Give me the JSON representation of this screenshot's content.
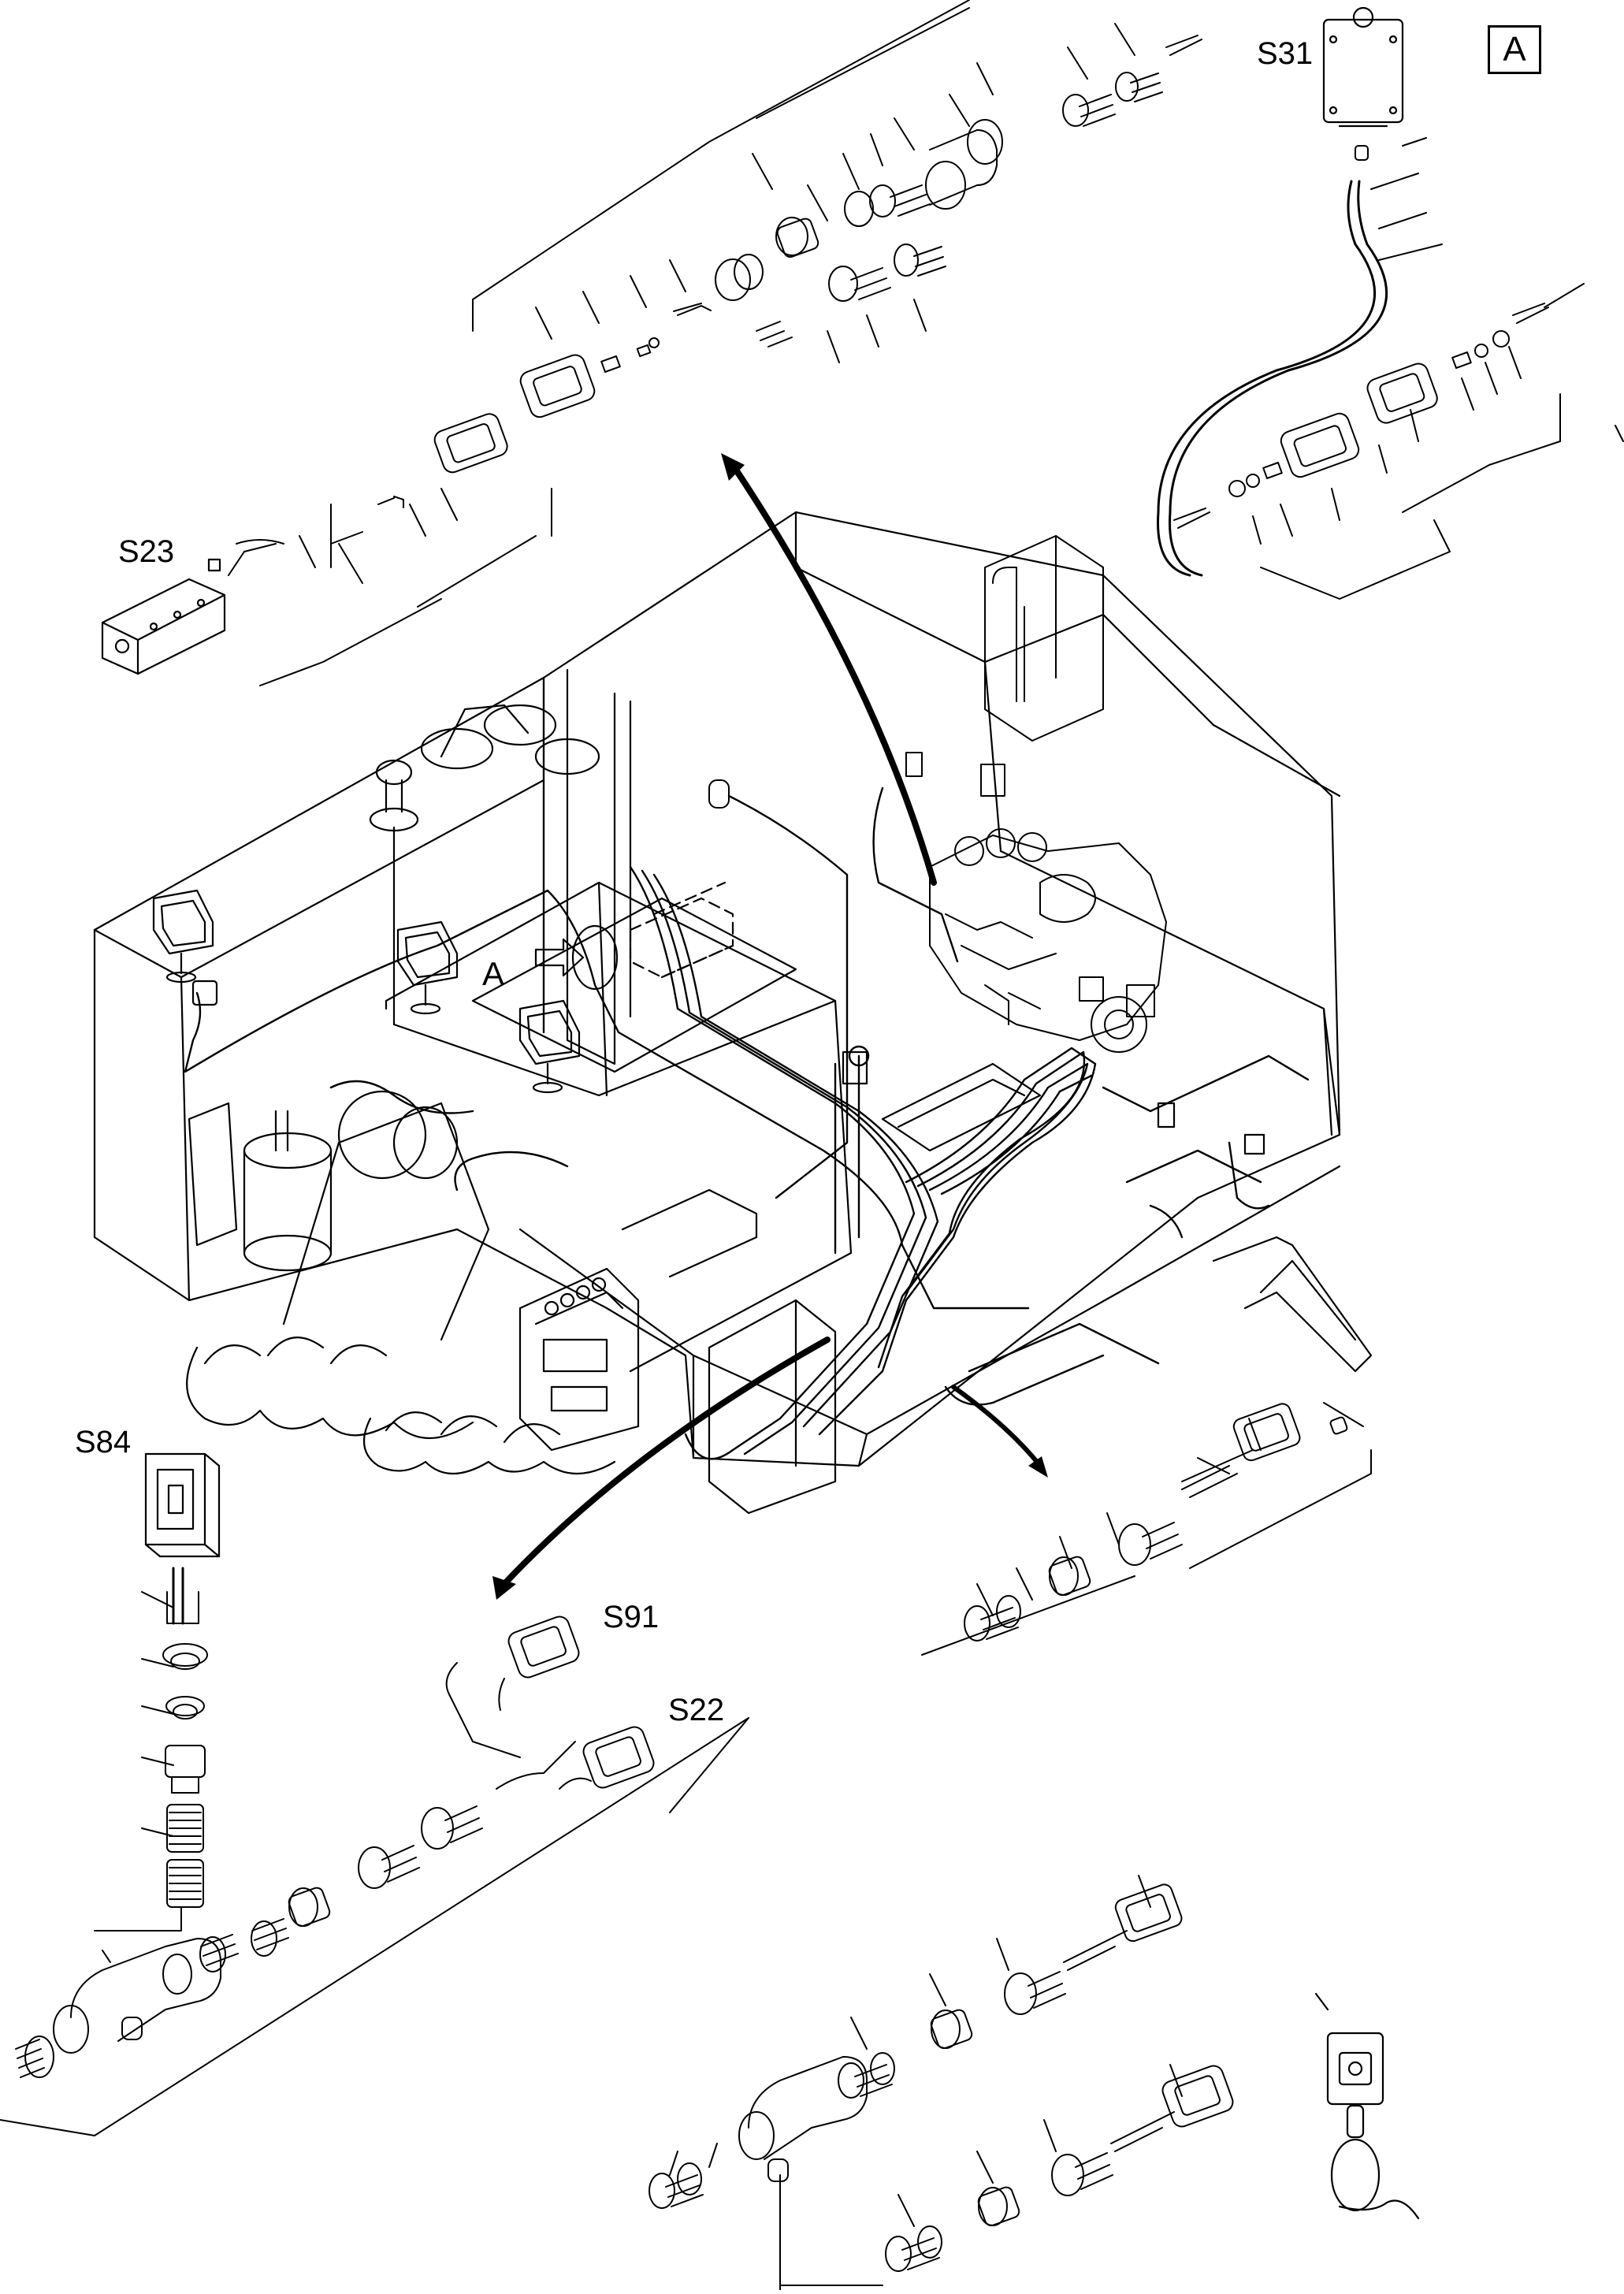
{
  "diagram": {
    "view_label": "A",
    "callouts": [
      {
        "id": "S31",
        "text": "S31"
      },
      {
        "id": "S23",
        "text": "S23"
      },
      {
        "id": "S84",
        "text": "S84"
      },
      {
        "id": "S91",
        "text": "S91"
      },
      {
        "id": "S22",
        "text": "S22"
      },
      {
        "id": "A-arrow",
        "text": "A"
      }
    ],
    "colors": {
      "line": "#000000",
      "background": "#ffffff"
    }
  }
}
